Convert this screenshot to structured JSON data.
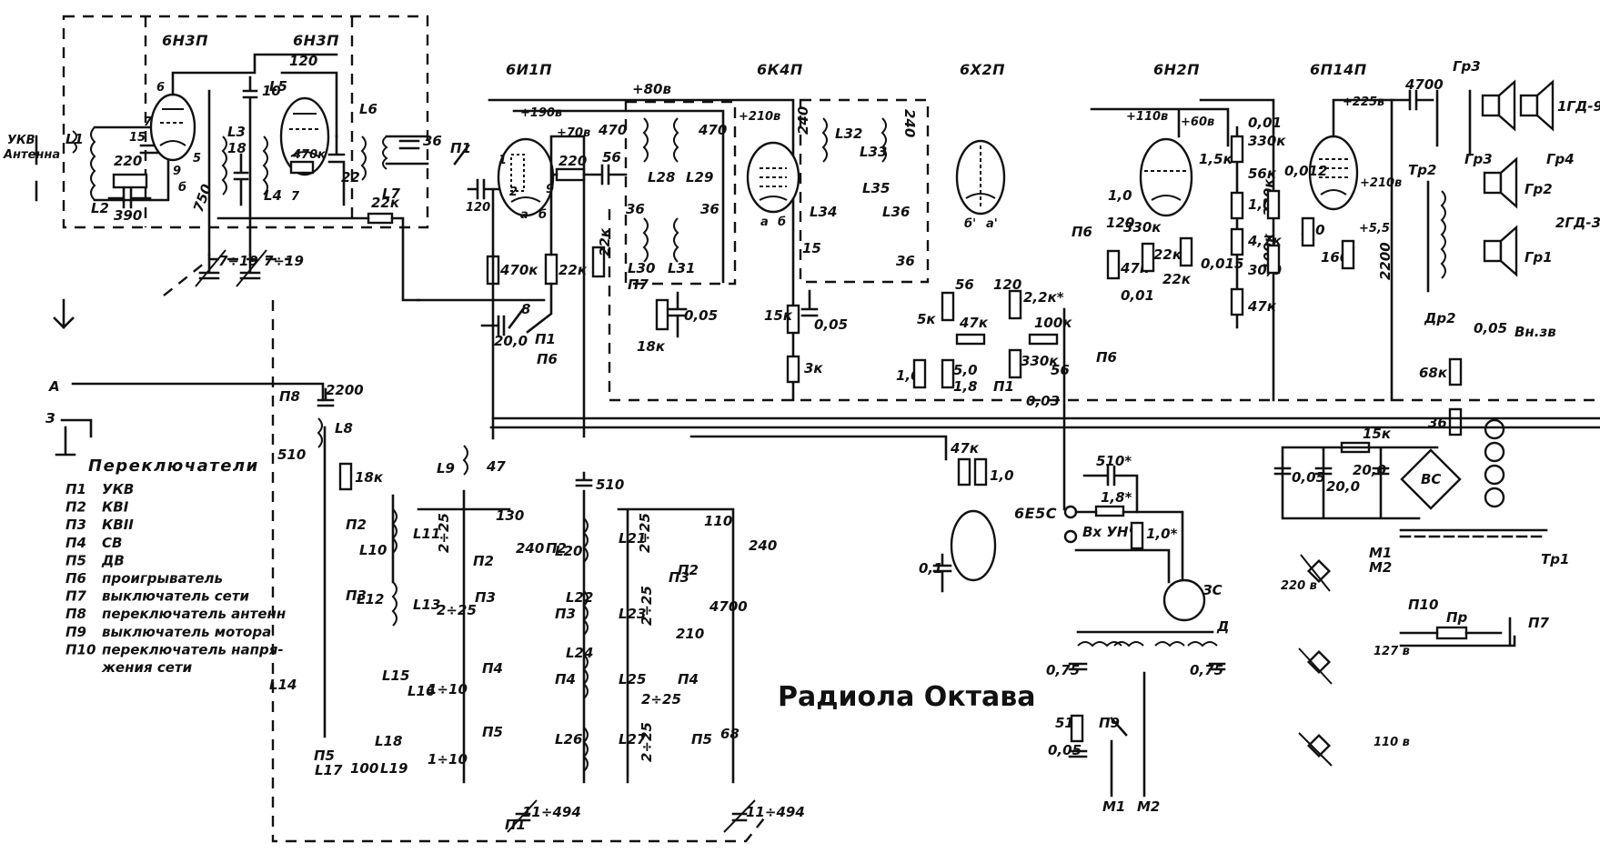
{
  "title": "Радиола Октава",
  "tubes": {
    "v1": "6Н3П",
    "v2": "6Н3П",
    "v3": "6И1П",
    "v4": "6К4П",
    "v5": "6Х2П",
    "v6": "6Н2П",
    "v7": "6П14П",
    "v8": "6Е5С"
  },
  "voltages": {
    "v80": "+80в",
    "v190": "+190в",
    "v70": "+70в",
    "v210a": "+210в",
    "v110": "+110в",
    "v60": "+60в",
    "v225": "+225в",
    "v210b": "+210в",
    "v55": "+5,5"
  },
  "antenna": {
    "ukv": "УКВ",
    "ukv2": "Антенна",
    "a": "А",
    "z": "З"
  },
  "components": {
    "L1": "L1",
    "L2": "L2",
    "L3": "L3",
    "L4": "L4",
    "L5": "L5",
    "L6": "L6",
    "L7": "L7",
    "c220": "220",
    "c390": "390",
    "c15": "15",
    "c750": "750",
    "c18": "18",
    "c10": "10",
    "c120a": "120",
    "r470k_a": "470к",
    "c7": "7",
    "c22": "22",
    "c36a": "36",
    "r22k_a": "22к",
    "trim1": "7÷19",
    "trim2": "7÷19",
    "P1": "П1",
    "c120b": "120",
    "r470k_b": "470к",
    "c220b": "220",
    "c56a": "56",
    "r22k_b": "22к",
    "r22k_c": "22к",
    "c20": "20,0",
    "c470a": "470",
    "c470b": "470",
    "L28": "L28",
    "L29": "L29",
    "c36b": "36",
    "c36c": "36",
    "L30": "L30",
    "L31": "L31",
    "P7": "П7",
    "r18k_a": "18к",
    "c005a": "0,05",
    "c240a": "240",
    "L32": "L32",
    "L33": "L33",
    "c240b": "240",
    "L34": "L34",
    "L35": "L35",
    "L36": "L36",
    "c15b": "15",
    "c36d": "36",
    "r15k": "15к",
    "c005b": "0,05",
    "r3k": "3к",
    "c56b": "56",
    "c120c": "120",
    "r22k_star": "2,2к*",
    "r5k": "5к",
    "r47k_a": "47к",
    "r100k": "100к",
    "r330k_a": "330к",
    "c56c": "56",
    "r1_0a": "1,0",
    "c5_0": "5,0",
    "r1_8": "1,8",
    "c003": "0,03",
    "P6": "П6",
    "c120d": "120",
    "r1_0b": "1,0",
    "r330k_b": "330к",
    "r47k_b": "47к",
    "c001a": "0,01",
    "r22k_d": "22к",
    "r22k_e": "22к",
    "r1_5k": "1,5к",
    "c001b": "0,01",
    "r330k_c": "330к",
    "r56k": "56к",
    "r1_0c": "1,0",
    "r4_7k": "4,7к",
    "c0015": "0,015",
    "c30": "30,0",
    "r47k_c": "47к",
    "r330k_d": "330к",
    "r100k_b": "100к",
    "c0012": "0,012",
    "r1_0d": "1,0",
    "r160": "160",
    "c2200a": "2200",
    "c4700a": "4700",
    "Gr3": "Гр3",
    "Gr3b": "Гр3",
    "Gr4": "Гр4",
    "Gr2": "Гр2",
    "Gr1": "Гр1",
    "spk1": "1ГД-9",
    "spk2": "2ГД-3",
    "Tr2": "Тр2",
    "Dr2": "Др2",
    "c005c": "0,05",
    "vnzv": "Вн.зв",
    "r68k": "68к",
    "r36": "36",
    "r15k_b": "15к",
    "c005d": "0,05",
    "c20b": "20,0",
    "c20c": "20,0",
    "VS": "ВС",
    "Tr1": "Тр1",
    "P10": "П10",
    "Pr": "Пр",
    "P7b": "П7",
    "M1": "М1",
    "M2": "М2",
    "v220": "220 в",
    "v127": "127 в",
    "v110": "110 в",
    "r47k_d": "47к",
    "r1_0e": "1,0",
    "c01": "0,1",
    "c510star": "510*",
    "r18star": "1,8*",
    "r1_0star": "1,0*",
    "vxunch": "Вх УНЧ",
    "ZS": "ЗС",
    "D": "Д",
    "c075a": "0,75",
    "c075b": "0,75",
    "r51": "51",
    "c005e": "0,05",
    "P9": "П9",
    "P8": "П8",
    "c2200b": "2200",
    "L8": "L8",
    "c510a": "510",
    "r18k_b": "18к",
    "L9": "L9",
    "c47": "47",
    "c510b": "510",
    "L10": "L10",
    "L11": "L11",
    "L12": "L12",
    "L13": "L13",
    "P2": "П2",
    "P3": "П3",
    "t225a": "2÷25",
    "t225b": "2÷25",
    "c130": "130",
    "c240c": "240",
    "L14": "L14",
    "L15": "L15",
    "L16": "L16",
    "L17": "L17",
    "L18": "L18",
    "L19": "L19",
    "P4": "П4",
    "P5": "П5",
    "t110a": "1÷10",
    "t110b": "1÷10",
    "c100": "100",
    "L20": "L20",
    "L21": "L21",
    "L22": "L22",
    "L23": "L23",
    "L24": "L24",
    "L25": "L25",
    "L26": "L26",
    "L27": "L27",
    "t225c": "2÷25",
    "t225d": "2÷25",
    "t225e": "2÷25",
    "t225f": "2÷25",
    "c110": "110",
    "c240d": "240",
    "c4700b": "4700",
    "c210": "210",
    "c68": "68",
    "var1": "11÷494",
    "var2": "11÷494"
  },
  "legend": {
    "heading": "Переключатели",
    "items": [
      {
        "code": "П1",
        "desc": "УКВ"
      },
      {
        "code": "П2",
        "desc": "КВI"
      },
      {
        "code": "П3",
        "desc": "КВII"
      },
      {
        "code": "П4",
        "desc": "СВ"
      },
      {
        "code": "П5",
        "desc": "ДВ"
      },
      {
        "code": "П6",
        "desc": "проигрыватель"
      },
      {
        "code": "П7",
        "desc": "выключатель сети"
      },
      {
        "code": "П8",
        "desc": "переключатель антенн"
      },
      {
        "code": "П9",
        "desc": "выключатель мотора"
      },
      {
        "code": "П10",
        "desc": "переключатель напря-"
      },
      {
        "code": "",
        "desc": "жения сети"
      }
    ]
  }
}
